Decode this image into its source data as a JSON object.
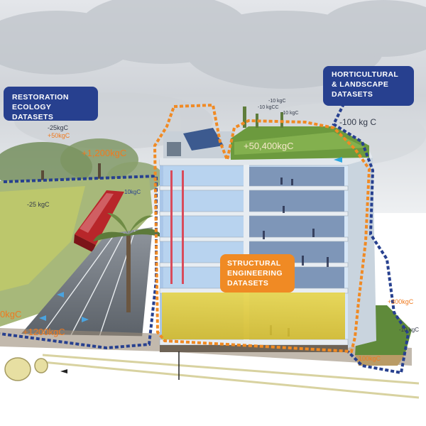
{
  "callouts": {
    "restoration": {
      "line1": "RESTORATION",
      "line2": "ECOLOGY DATASETS"
    },
    "horticultural": {
      "line1": "HORTICULTURAL",
      "line2": "& LANDSCAPE",
      "line3": "DATASETS"
    },
    "structural": {
      "line1": "STRUCTURAL",
      "line2": "ENGINEERING",
      "line3": "DATASETS"
    }
  },
  "carbon_labels": {
    "left_neg25_top": "-25kgC",
    "left_pos50": "+50kgC",
    "left_pos1200_top": "+1,200kgC",
    "left_neg25_mid": "-25 kgC",
    "left_10kgc": "10kgC",
    "left_0kgc": "0kgC",
    "left_pos1200_bottom": "+1200kgC",
    "roof_pos50400": "+50,400kgC",
    "roof_neg100": "-100 kg C",
    "roof_small_1": "-10 kgC",
    "roof_small_2": "-10 kgCC",
    "roof_small_3": "-10 kgC",
    "right_pos300": "+300kgC",
    "right_neg10": "-10 kgC",
    "right_bottom": "100kgC"
  },
  "colors": {
    "blue_outline": "#27408f",
    "orange_outline": "#f08a24",
    "callout_blue": "#27408f",
    "callout_orange": "#f08a24"
  }
}
